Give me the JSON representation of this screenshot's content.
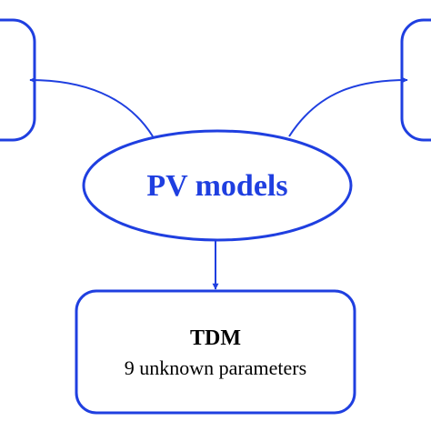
{
  "diagram": {
    "center": {
      "label": "PV models"
    },
    "bottom": {
      "title": "TDM",
      "subtitle": "9 unknown parameters"
    },
    "colors": {
      "stroke": "#1f3fe0",
      "center_text": "#1f3fe0",
      "box_text": "#000000",
      "background": "#ffffff"
    }
  }
}
